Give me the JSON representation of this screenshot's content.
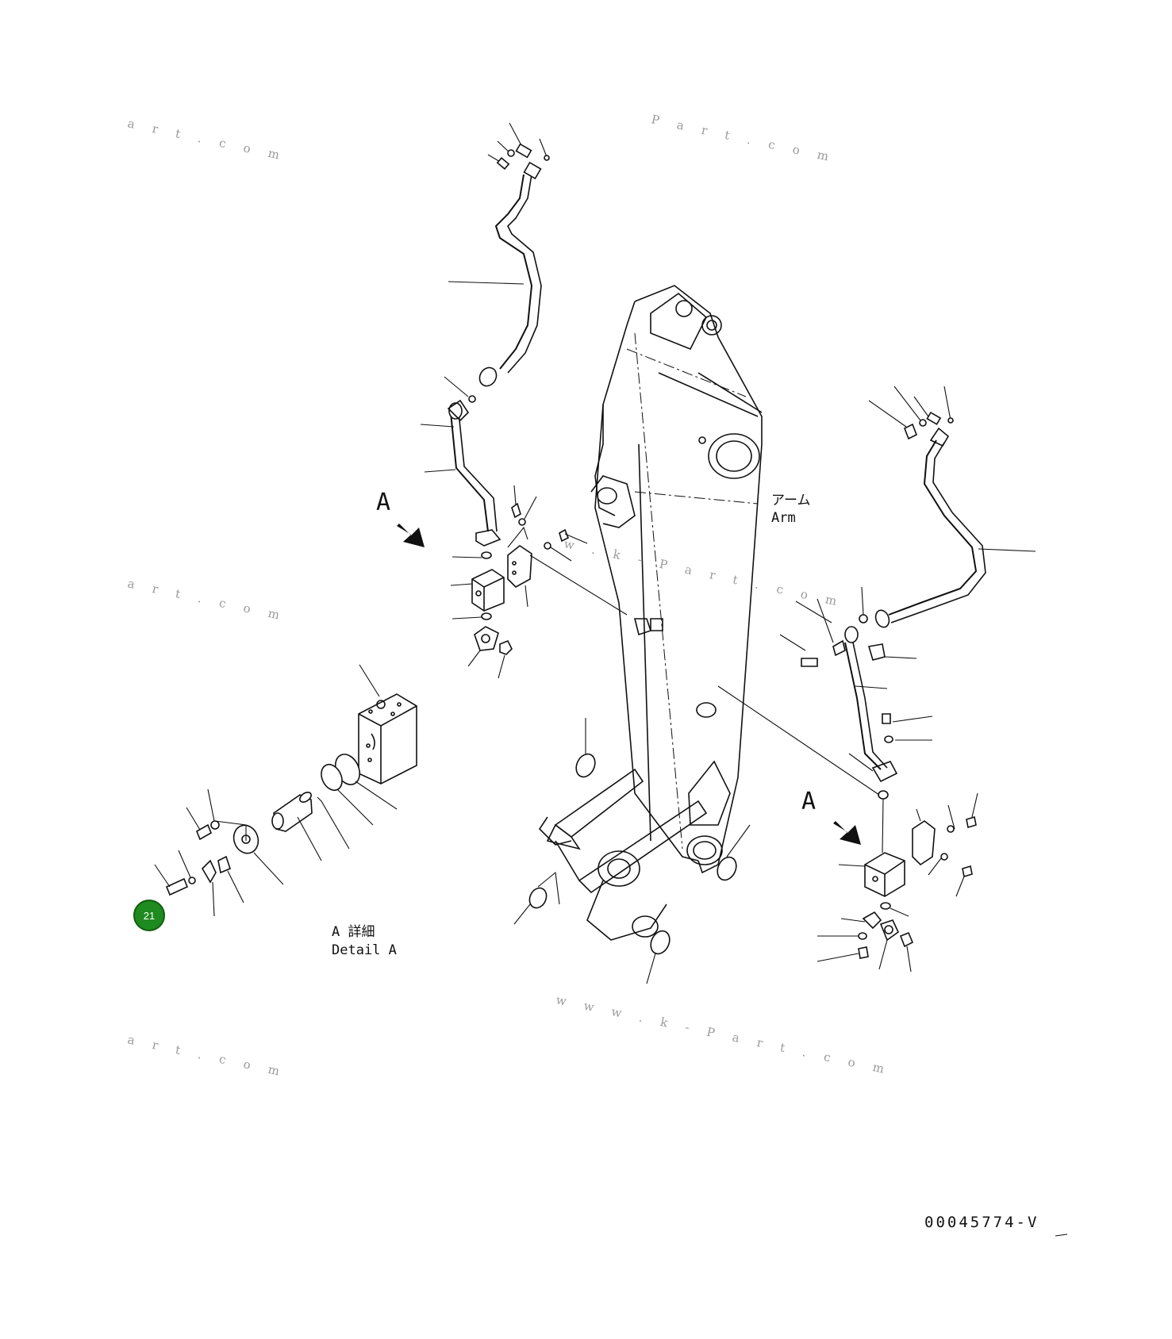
{
  "diagram": {
    "arm_label_jp": "アーム",
    "arm_label_en": "Arm",
    "view_marker_left": "A",
    "view_marker_right": "A",
    "detail_label_jp": "A 詳細",
    "detail_label_en": "Detail A",
    "drawing_number": "00045774-V",
    "callout_number": "21",
    "callout_color": "#1f8a1f"
  },
  "watermarks": {
    "w1": "a r t . c o m",
    "w2": "P a r t . c o m",
    "w3": "a r t . c o m",
    "w4": "w w w . k - P a r t . c o m",
    "w5": "a r t . c o m",
    "w6": "w . k - P a r t . c o m"
  }
}
